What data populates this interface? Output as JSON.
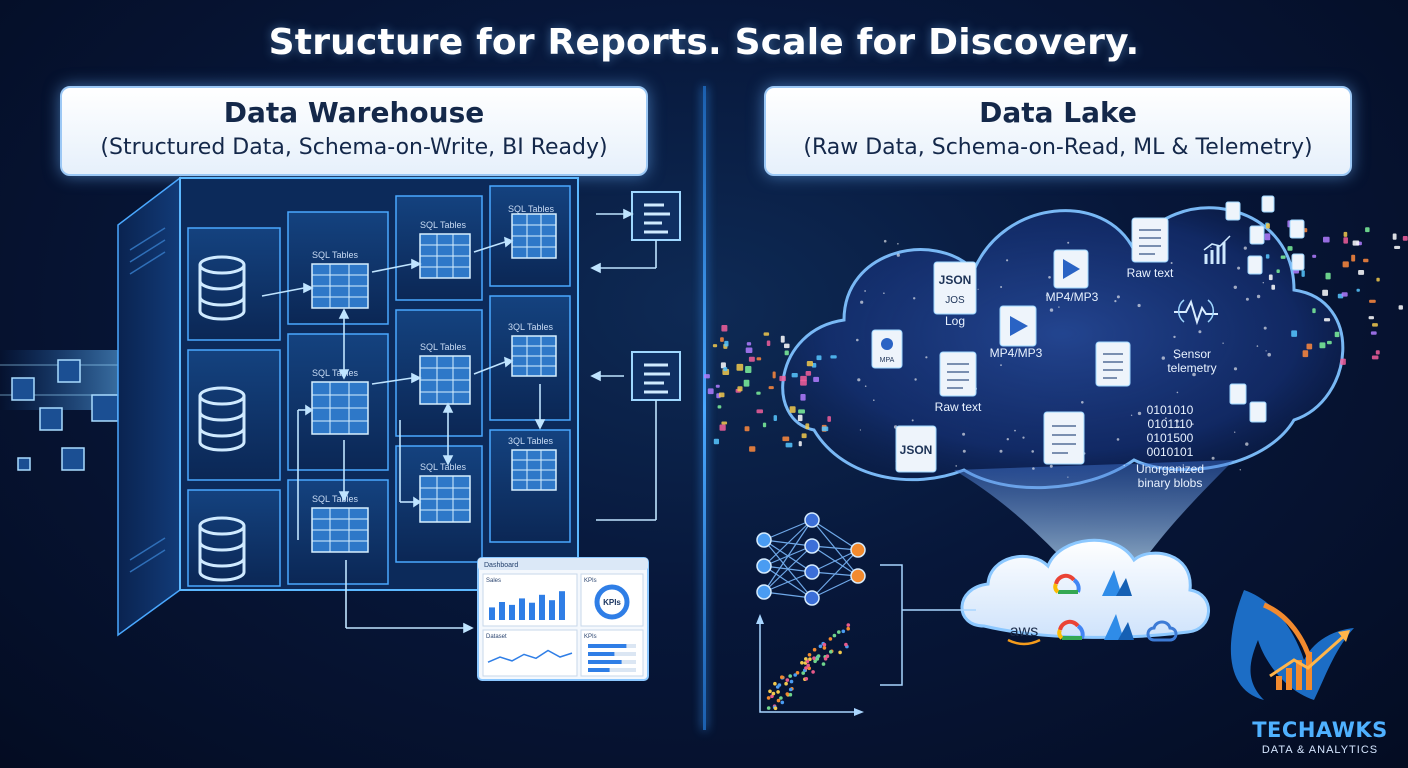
{
  "headline": "Structure for Reports. Scale for Discovery.",
  "warehouse": {
    "title": "Data Warehouse",
    "subtitle": "(Structured Data, Schema-on-Write, BI Ready)",
    "tables": [
      "SQL Tables",
      "SQL Tables",
      "SQL Tables",
      "SQL Tables",
      "SQL Tables",
      "SQL Tables",
      "SQL Tables",
      "3QL Tables",
      "3QL Tables"
    ],
    "dashboard": {
      "title": "Dashboard",
      "bar_panel_title": "Sales",
      "kpi_panel_title": "KPIs",
      "kpi_label": "KPIs",
      "line_panel_title": "Dataset",
      "list_panel_title": "KPIs",
      "bars": [
        0.35,
        0.5,
        0.42,
        0.6,
        0.48,
        0.7,
        0.55,
        0.8
      ],
      "line": [
        0.3,
        0.5,
        0.35,
        0.6,
        0.45,
        0.75,
        0.5,
        0.65
      ],
      "list_fill": [
        0.8,
        0.55,
        0.7,
        0.45
      ]
    }
  },
  "lake": {
    "title": "Data Lake",
    "subtitle": "(Raw Data, Schema-on-Read, ML & Telemetry)",
    "items": {
      "json_top": "JSON",
      "json_sub": "JOS",
      "log": "Log",
      "mpa": "MPA",
      "mp4_left": "MP4/MP3",
      "mp4_right": "MP4/MP3",
      "raw_text_left": "Raw text",
      "raw_text_right": "Raw text",
      "sensor": "Sensor",
      "telemetry": "telemetry",
      "json_bottom": "JSON",
      "binary_lines": [
        "0101010",
        "0101110",
        "0101500",
        "0010101"
      ],
      "unorganized": "Unorganized",
      "blobs": "binary blobs"
    },
    "cloud_providers": [
      "aws",
      "google-cloud",
      "azure",
      "google-cloud",
      "azure",
      "cloud"
    ],
    "aws_label": "aws"
  },
  "brand": {
    "name": "TECHAWKS",
    "tagline": "DATA & ANALYTICS"
  },
  "colors": {
    "accent": "#4aa8ff",
    "background": "#07173a",
    "panel_border": "#9cc8f5"
  }
}
